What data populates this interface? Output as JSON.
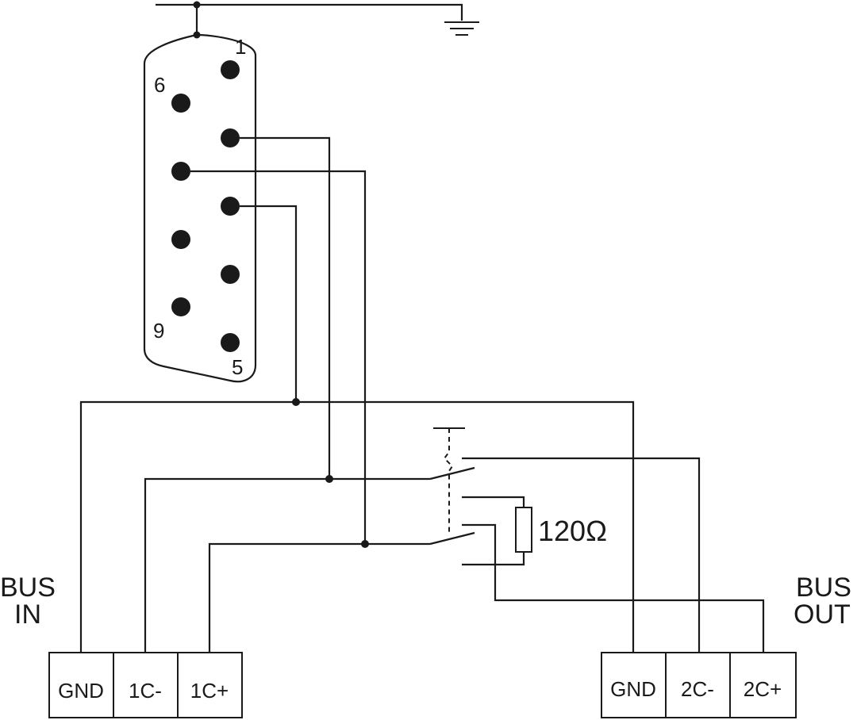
{
  "connector": {
    "pin_labels": {
      "pin1": "1",
      "pin5": "5",
      "pin6": "6",
      "pin9": "9"
    }
  },
  "bus_in": {
    "title_line1": "BUS",
    "title_line2": "IN",
    "terminals": [
      "GND",
      "1C-",
      "1C+"
    ]
  },
  "bus_out": {
    "title_line1": "BUS",
    "title_line2": "OUT",
    "terminals": [
      "GND",
      "2C-",
      "2C+"
    ]
  },
  "resistor": {
    "label": "120Ω"
  }
}
